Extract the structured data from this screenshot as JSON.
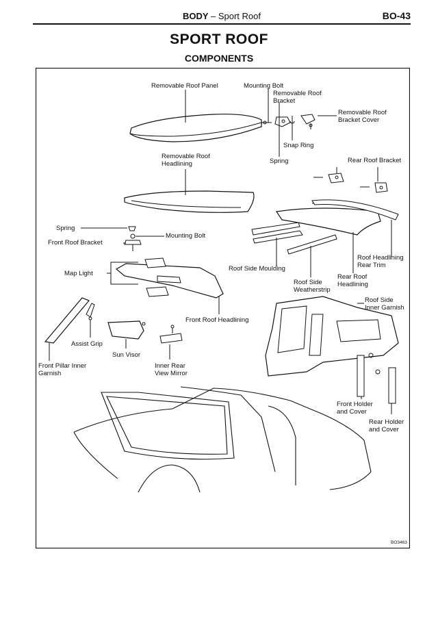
{
  "header": {
    "section": "BODY",
    "separator": "–",
    "subsection": "Sport Roof",
    "page": "BO-43"
  },
  "title": "SPORT ROOF",
  "subtitle": "COMPONENTS",
  "figure_code": "BO3463",
  "labels": {
    "removable_roof_panel": "Removable Roof Panel",
    "mounting_bolt_top": "Mounting Bolt",
    "removable_roof_bracket": "Removable Roof\nBracket",
    "removable_roof_bracket_cover": "Removable Roof\nBracket Cover",
    "snap_ring": "Snap Ring",
    "spring_top": "Spring",
    "removable_roof_headlining": "Removable Roof\nHeadlining",
    "rear_roof_bracket": "Rear Roof Bracket",
    "spring_left": "Spring",
    "mounting_bolt_left": "Mounting Bolt",
    "front_roof_bracket": "Front Roof Bracket",
    "map_light": "Map Light",
    "roof_side_moulding": "Roof Side Moulding",
    "roof_headlining_rear_trim": "Roof Headlining\nRear Trim",
    "rear_roof_headlining": "Rear Roof\nHeadlining",
    "roof_side_weatherstrip": "Roof Side\nWeatherstrip",
    "roof_side_inner_garnish": "Roof Side\nInner Garnish",
    "front_roof_headlining": "Front Roof Headlining",
    "assist_grip": "Assist Grip",
    "sun_visor": "Sun Visor",
    "inner_rear_view_mirror": "Inner Rear\nView Mirror",
    "front_pillar_inner_garnish": "Front Pillar Inner\nGarnish",
    "front_holder_and_cover": "Front Holder\nand Cover",
    "rear_holder_and_cover": "Rear Holder\nand Cover"
  }
}
